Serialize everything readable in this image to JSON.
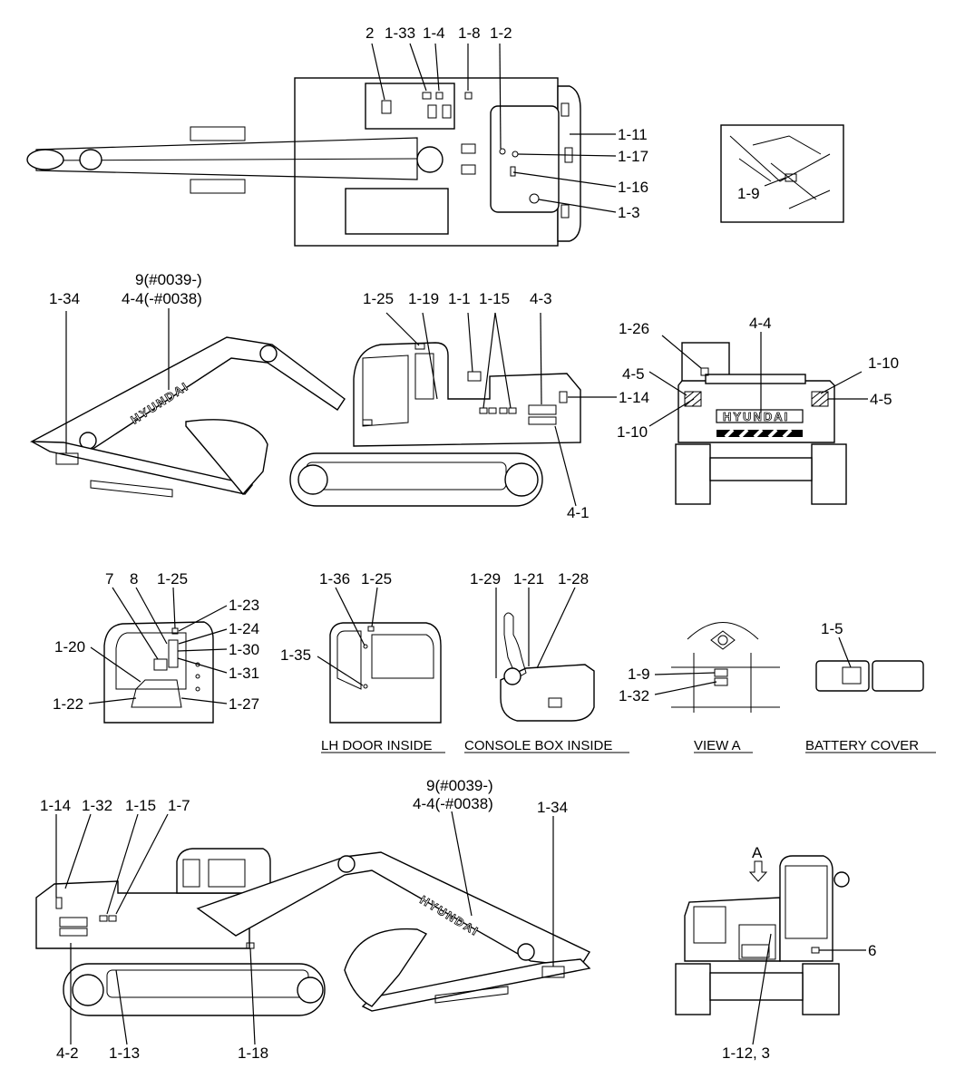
{
  "top_view": {
    "labels": [
      "2",
      "1-33",
      "1-4",
      "1-8",
      "1-2",
      "1-11",
      "1-17",
      "1-16",
      "1-3"
    ],
    "inset_label": "1-9"
  },
  "side_view_lh": {
    "labels": [
      "1-34",
      "1-25",
      "1-19",
      "1-1",
      "1-15",
      "4-3",
      "1-14",
      "4-1"
    ],
    "boom_label_a": "9(#0039-)",
    "boom_label_b": "4-4(-#0038)",
    "boom_text": "HYUNDAI"
  },
  "rear_view": {
    "labels": [
      "1-26",
      "4-4",
      "4-5",
      "1-10",
      "1-10",
      "4-5"
    ],
    "plate_text": "HYUNDAI"
  },
  "cab_interior": {
    "labels": [
      "7",
      "8",
      "1-25",
      "1-23",
      "1-24",
      "1-20",
      "1-30",
      "1-31",
      "1-22",
      "1-27"
    ]
  },
  "lh_door_inside": {
    "labels": [
      "1-36",
      "1-25",
      "1-35"
    ],
    "caption": "LH DOOR INSIDE"
  },
  "console_box_inside": {
    "labels": [
      "1-29",
      "1-21",
      "1-28"
    ],
    "caption": "CONSOLE BOX INSIDE"
  },
  "view_a": {
    "labels": [
      "1-9",
      "1-32"
    ],
    "caption": "VIEW  A"
  },
  "battery_cover": {
    "labels": [
      "1-5"
    ],
    "caption": "BATTERY COVER"
  },
  "side_view_rh": {
    "labels": [
      "1-14",
      "1-32",
      "1-15",
      "1-7",
      "1-34",
      "4-2",
      "1-13",
      "1-18"
    ],
    "boom_label_a": "9(#0039-)",
    "boom_label_b": "4-4(-#0038)",
    "boom_text": "HYUNDAI"
  },
  "front_view": {
    "labels": [
      "A",
      "6",
      "1-12, 3"
    ]
  }
}
